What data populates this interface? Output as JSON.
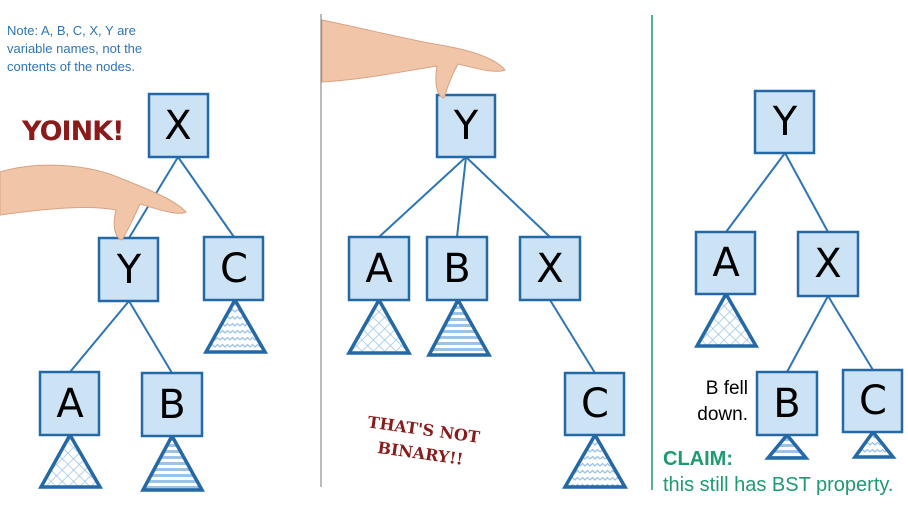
{
  "note": "Note: A, B, C, X, Y are variable names, not the contents of the nodes.",
  "exclamations": {
    "yoink": "YOINK!",
    "not_binary": "THAT'S NOT BINARY!!"
  },
  "panel1": {
    "nodes": {
      "x": "X",
      "y": "Y",
      "c": "C",
      "a": "A",
      "b": "B"
    }
  },
  "panel2": {
    "nodes": {
      "y": "Y",
      "a": "A",
      "b": "B",
      "x": "X",
      "c": "C"
    }
  },
  "panel3": {
    "nodes": {
      "y": "Y",
      "a": "A",
      "x": "X",
      "b": "B",
      "c": "C"
    }
  },
  "fell_note": {
    "line1": "B fell",
    "line2": "down."
  },
  "claim": {
    "title": "CLAIM:",
    "text": "this still has BST property."
  },
  "colors": {
    "node_fill": "#cce3f5",
    "node_stroke": "#2468a6",
    "accent_red": "#8b1a1a",
    "claim_green": "#1f9a6e",
    "note_blue": "#2e75b6"
  }
}
